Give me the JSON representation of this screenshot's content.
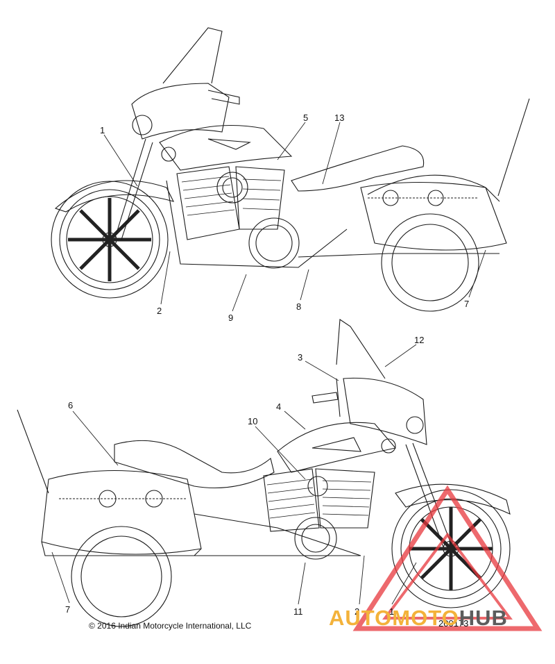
{
  "callouts_top": [
    "1",
    "5",
    "13",
    "2",
    "9",
    "8",
    "7"
  ],
  "callouts_bottom": [
    "3",
    "12",
    "6",
    "4",
    "10",
    "7",
    "11",
    "2",
    "1"
  ],
  "copyright": "© 2016 Indian Motorcycle International, LLC",
  "part_number": "200173",
  "watermark": {
    "word_a": "AUTOMOTO",
    "word_b": "HUB",
    "color_a": "#f3b23a",
    "color_b": "#5c5c5c",
    "triangle_color": "#e8383d"
  },
  "colors": {
    "line": "#1a1a1a",
    "background": "#ffffff"
  }
}
